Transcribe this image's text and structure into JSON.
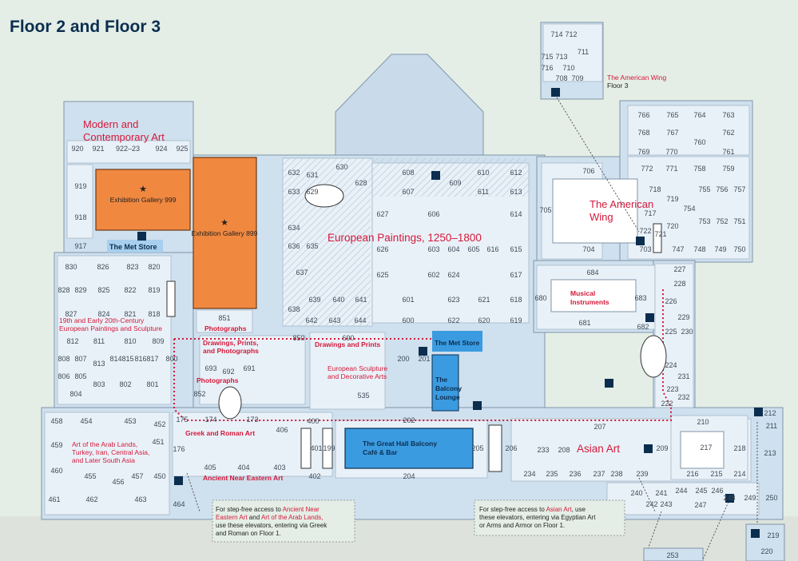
{
  "title": "Floor 2 and Floor 3",
  "colors": {
    "background": "#e4eee6",
    "floor": "#cfe0ee",
    "room": "#e9f1f8",
    "wall": "#7f95a8",
    "highlight_orange": "#f0883f",
    "store_blue": "#3b9be0",
    "accent_red": "#d4193a",
    "title_navy": "#0b2e4f"
  },
  "galleries": {
    "modern": "Modern and Contemporary Art",
    "exhibition999": "Exhibition Gallery 999",
    "exhibition899": "Exhibition Gallery 899",
    "met_store_1": "The Met Store",
    "european_paintings": "European Paintings, 1250–1800",
    "american_wing": "The American Wing",
    "american_wing_floor3_a": "The American Wing",
    "american_wing_floor3_b": "Floor 3",
    "musical_instruments": "Musical Instruments",
    "nineteenth_century": "19th and Early 20th-Century European Paintings and Sculpture",
    "photographs": "Photographs",
    "drawings_prints_photographs": "Drawings, Prints, and Photographs",
    "photographs_2": "Photographs",
    "drawings_and_prints": "Drawings and Prints",
    "european_sculpture": "European Sculpture and Decorative Arts",
    "met_store_2": "The Met Store",
    "balcony_lounge": "The Balcony Lounge",
    "greek_roman": "Greek and Roman Art",
    "arab_lands": "Art of the Arab Lands, Turkey, Iran, Central Asia, and Later South Asia",
    "ancient_near_eastern": "Ancient Near Eastern Art",
    "great_hall": "The Great Hall Balcony Café & Bar",
    "asian_art": "Asian Art"
  },
  "notes": {
    "left": {
      "l1a": "For step-free access to ",
      "l1b": "Ancient Near",
      "l2a": "Eastern Art",
      "l2b": " and ",
      "l2c": "Art of the Arab Lands,",
      "l3": "use these elevators, entering via Greek",
      "l4": "and Roman on Floor 1."
    },
    "right": {
      "l1a": "For step-free access to ",
      "l1b": "Asian Art",
      "l1c": ", use",
      "l2": "these elevators, entering via Egyptian Art",
      "l3": "or Arms and Armor on Floor 1."
    }
  },
  "rooms": {
    "r920": "920",
    "r921": "921",
    "r92223": "922–23",
    "r924": "924",
    "r925": "925",
    "r919": "919",
    "r918": "918",
    "r917": "917",
    "r830": "830",
    "r826": "826",
    "r823": "823",
    "r820": "820",
    "r828": "828",
    "r829": "829",
    "r825": "825",
    "r822": "822",
    "r819": "819",
    "r827": "827",
    "r824": "824",
    "r821": "821",
    "r818": "818",
    "r812": "812",
    "r811": "811",
    "r810": "810",
    "r809": "809",
    "r808": "808",
    "r807": "807",
    "r813": "813",
    "r814": "814",
    "r815": "815",
    "r816": "816",
    "r817": "817",
    "r800": "800",
    "r806": "806",
    "r805": "805",
    "r803": "803",
    "r802": "802",
    "r801": "801",
    "r804": "804",
    "r851": "851",
    "r850": "850",
    "r693": "693",
    "r692": "692",
    "r691": "691",
    "r852": "852",
    "r690": "690",
    "r632": "632",
    "r631": "631",
    "r630": "630",
    "r628": "628",
    "r633": "633",
    "r629": "629",
    "r608": "608",
    "r609": "609",
    "r610": "610",
    "r612": "612",
    "r607": "607",
    "r611": "611",
    "r613": "613",
    "r627": "627",
    "r606": "606",
    "r614": "614",
    "r634": "634",
    "r636": "636",
    "r635": "635",
    "r626": "626",
    "r603": "603",
    "r604": "604",
    "r605": "605",
    "r616": "616",
    "r615": "615",
    "r637": "637",
    "r625": "625",
    "r602": "602",
    "r624": "624",
    "r617": "617",
    "r639": "639",
    "r640": "640",
    "r641": "641",
    "r601": "601",
    "r623": "623",
    "r621": "621",
    "r618": "618",
    "r638": "638",
    "r642": "642",
    "r643": "643",
    "r644": "644",
    "r600": "600",
    "r622": "622",
    "r620": "620",
    "r619": "619",
    "r714": "714",
    "r712": "712",
    "r711": "711",
    "r715": "715",
    "r713": "713",
    "r716": "716",
    "r710": "710",
    "r708": "708",
    "r709": "709",
    "r766": "766",
    "r765": "765",
    "r764": "764",
    "r763": "763",
    "r768": "768",
    "r767": "767",
    "r762": "762",
    "r760": "760",
    "r769": "769",
    "r770": "770",
    "r761": "761",
    "r772": "772",
    "r771": "771",
    "r758": "758",
    "r759": "759",
    "r706": "706",
    "r718": "718",
    "r719": "719",
    "r755": "755",
    "r756": "756",
    "r757": "757",
    "r717": "717",
    "r754": "754",
    "r705": "705",
    "r720": "720",
    "r753": "753",
    "r752": "752",
    "r751": "751",
    "r721": "721",
    "r722": "722",
    "r704": "704",
    "r703": "703",
    "r747": "747",
    "r748": "748",
    "r749": "749",
    "r750": "750",
    "r684": "684",
    "r680": "680",
    "r683": "683",
    "r681": "681",
    "r682": "682",
    "r227": "227",
    "r228": "228",
    "r226": "226",
    "r225": "225",
    "r230": "230",
    "r229": "229",
    "r224": "224",
    "r231": "231",
    "r223": "223",
    "r232": "232",
    "r222": "222",
    "r535": "535",
    "r201": "201",
    "r202": "202",
    "r200": "200",
    "r458": "458",
    "r454": "454",
    "r453": "453",
    "r452": "452",
    "r459": "459",
    "r451": "451",
    "r460": "460",
    "r455": "455",
    "r456": "456",
    "r457": "457",
    "r450": "450",
    "r461": "461",
    "r462": "462",
    "r463": "463",
    "r464": "464",
    "r175": "175",
    "r174": "174",
    "r173": "173",
    "r406": "406",
    "r400": "400",
    "r176": "176",
    "r405": "405",
    "r404": "404",
    "r403": "403",
    "r402": "402",
    "r401": "401",
    "r199": "199",
    "r204": "204",
    "r205": "205",
    "r206": "206",
    "r233": "233",
    "r208": "208",
    "r207": "207",
    "r209": "209",
    "r210": "210",
    "r217": "217",
    "r218": "218",
    "r211": "211",
    "r212": "212",
    "r213": "213",
    "r234": "234",
    "r235": "235",
    "r236": "236",
    "r237": "237",
    "r238": "238",
    "r239": "239",
    "r216": "216",
    "r215": "215",
    "r214": "214",
    "r240": "240",
    "r241": "241",
    "r244": "244",
    "r245": "245",
    "r246": "246",
    "r242": "242",
    "r243": "243",
    "r247": "247",
    "r248": "248",
    "r249": "249",
    "r250": "250",
    "r219": "219",
    "r220": "220",
    "r253": "253"
  }
}
